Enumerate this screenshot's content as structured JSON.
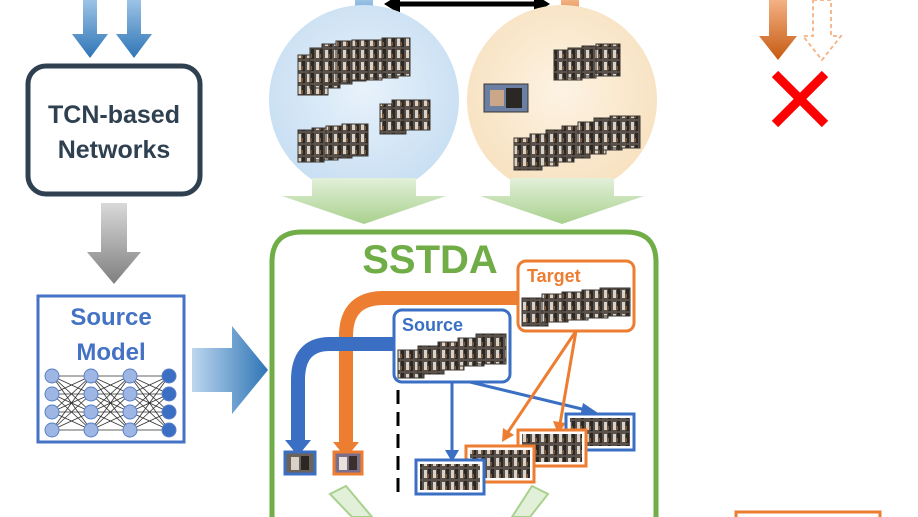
{
  "tcn_box": {
    "label_line1": "TCN-based",
    "label_line2": "Networks"
  },
  "source_model_box": {
    "label_line1": "Source",
    "label_line2": "Model"
  },
  "sstda_box": {
    "title": "SSTDA",
    "target_label": "Target",
    "source_label": "Source"
  },
  "colors": {
    "blue": "#3a6fc4",
    "orange": "#ed7d31",
    "green": "#70ad47",
    "dark_navy": "#2f4050",
    "red": "#ff0000"
  },
  "icons": [
    "down-arrow-icon",
    "cross-icon",
    "neural-network-icon",
    "video-frames-icon"
  ]
}
